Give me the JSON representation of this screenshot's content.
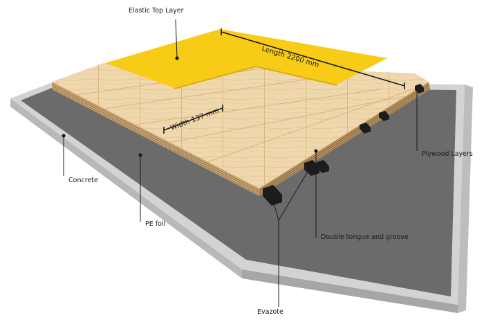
{
  "labels": {
    "elastic_top_layer": "Elastic Top Layer",
    "plywood_layers": "Plywood Layers",
    "concrete": "Concrete",
    "pe_foil": "PE foil",
    "double_tongue_groove": "Double tongue and groove",
    "evazote": "Evazote"
  },
  "dimensions": {
    "length": "Length 2200 mm",
    "width": "Width 137 mm"
  },
  "colors": {
    "elastic_top_layer": "#f7cb16",
    "wood": "#f0d8ae",
    "wood_grain": "#e2c08c",
    "pe_foil": "#6b6b6b",
    "concrete": "#c9c9c9",
    "evazote": "#1c1c1c",
    "callout_line": "#1a1a1a"
  }
}
